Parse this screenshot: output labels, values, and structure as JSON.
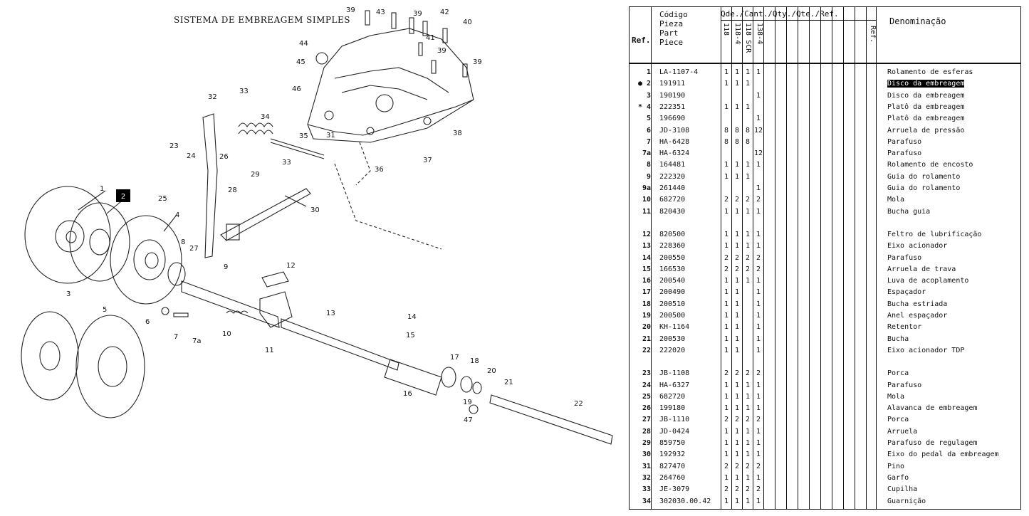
{
  "diagram": {
    "title": "SISTEMA DE EMBREAGEM SIMPLES",
    "highlight_label": "2",
    "callouts": [
      "39",
      "43",
      "39",
      "42",
      "40",
      "44",
      "41",
      "39",
      "45",
      "39",
      "46",
      "32",
      "33",
      "34",
      "35",
      "31",
      "38",
      "33",
      "37",
      "36",
      "23",
      "24",
      "26",
      "29",
      "25",
      "28",
      "30",
      "1",
      "4",
      "8",
      "27",
      "12",
      "9",
      "6",
      "7",
      "7a",
      "10",
      "11",
      "3",
      "5",
      "13",
      "14",
      "15",
      "17",
      "18",
      "20",
      "21",
      "16",
      "19",
      "47",
      "22"
    ]
  },
  "table": {
    "headers": {
      "ref": "Ref.",
      "code": [
        "Código",
        "Pieza",
        "Part",
        "Piece"
      ],
      "qty": "Qde./Cant./Qty./Qte./Ref.",
      "models": [
        "118",
        "118-4",
        "118 SCR",
        "138-4"
      ],
      "ref2": "Ref.",
      "denom": "Denominação"
    },
    "rows": [
      {
        "ref": "1",
        "code": "LA-1107-4",
        "q": [
          "1",
          "1",
          "1",
          "1"
        ],
        "den": "Rolamento de esferas"
      },
      {
        "ref": "2",
        "mark": "●",
        "code": "191911",
        "q": [
          "1",
          "1",
          "1",
          ""
        ],
        "den": "Disco da embreagem",
        "selected": true
      },
      {
        "ref": "3",
        "code": "190190",
        "q": [
          "",
          "",
          "",
          "1"
        ],
        "den": "Disco da embreagem"
      },
      {
        "ref": "4",
        "mark": "*",
        "code": "222351",
        "q": [
          "1",
          "1",
          "1",
          ""
        ],
        "den": "Platô da embreagem"
      },
      {
        "ref": "5",
        "code": "196690",
        "q": [
          "",
          "",
          "",
          "1"
        ],
        "den": "Platô da embreagem"
      },
      {
        "ref": "6",
        "code": "JD-3108",
        "q": [
          "8",
          "8",
          "8",
          "12"
        ],
        "den": "Arruela de pressão"
      },
      {
        "ref": "7",
        "code": "HA-6428",
        "q": [
          "8",
          "8",
          "8",
          ""
        ],
        "den": "Parafuso"
      },
      {
        "ref": "7a",
        "code": "HA-6324",
        "q": [
          "",
          "",
          "",
          "12"
        ],
        "den": "Parafuso"
      },
      {
        "ref": "8",
        "code": "164481",
        "q": [
          "1",
          "1",
          "1",
          "1"
        ],
        "den": "Rolamento de encosto"
      },
      {
        "ref": "9",
        "code": "222320",
        "q": [
          "1",
          "1",
          "1",
          ""
        ],
        "den": "Guia do rolamento"
      },
      {
        "ref": "9a",
        "code": "261440",
        "q": [
          "",
          "",
          "",
          "1"
        ],
        "den": "Guia do rolamento"
      },
      {
        "ref": "10",
        "code": "682720",
        "q": [
          "2",
          "2",
          "2",
          "2"
        ],
        "den": "Mola"
      },
      {
        "ref": "11",
        "code": "820430",
        "q": [
          "1",
          "1",
          "1",
          "1"
        ],
        "den": "Bucha guia"
      },
      {
        "gap": true
      },
      {
        "ref": "12",
        "code": "820500",
        "q": [
          "1",
          "1",
          "1",
          "1"
        ],
        "den": "Feltro de lubrificação"
      },
      {
        "ref": "13",
        "code": "228360",
        "q": [
          "1",
          "1",
          "1",
          "1"
        ],
        "den": "Eixo acionador"
      },
      {
        "ref": "14",
        "code": "200550",
        "q": [
          "2",
          "2",
          "2",
          "2"
        ],
        "den": "Parafuso"
      },
      {
        "ref": "15",
        "code": "166530",
        "q": [
          "2",
          "2",
          "2",
          "2"
        ],
        "den": "Arruela de trava"
      },
      {
        "ref": "16",
        "code": "200540",
        "q": [
          "1",
          "1",
          "1",
          "1"
        ],
        "den": "Luva de acoplamento"
      },
      {
        "ref": "17",
        "code": "200490",
        "q": [
          "1",
          "1",
          "",
          "1"
        ],
        "den": "Espaçador"
      },
      {
        "ref": "18",
        "code": "200510",
        "q": [
          "1",
          "1",
          "",
          "1"
        ],
        "den": "Bucha estriada"
      },
      {
        "ref": "19",
        "code": "200500",
        "q": [
          "1",
          "1",
          "",
          "1"
        ],
        "den": "Anel espaçador"
      },
      {
        "ref": "20",
        "code": "KH-1164",
        "q": [
          "1",
          "1",
          "",
          "1"
        ],
        "den": "Retentor"
      },
      {
        "ref": "21",
        "code": "200530",
        "q": [
          "1",
          "1",
          "",
          "1"
        ],
        "den": "Bucha"
      },
      {
        "ref": "22",
        "code": "222020",
        "q": [
          "1",
          "1",
          "",
          "1"
        ],
        "den": "Eixo acionador TDP"
      },
      {
        "gap": true
      },
      {
        "ref": "23",
        "code": "JB-1108",
        "q": [
          "2",
          "2",
          "2",
          "2"
        ],
        "den": "Porca"
      },
      {
        "ref": "24",
        "code": "HA-6327",
        "q": [
          "1",
          "1",
          "1",
          "1"
        ],
        "den": "Parafuso"
      },
      {
        "ref": "25",
        "code": "682720",
        "q": [
          "1",
          "1",
          "1",
          "1"
        ],
        "den": "Mola"
      },
      {
        "ref": "26",
        "code": "199180",
        "q": [
          "1",
          "1",
          "1",
          "1"
        ],
        "den": "Alavanca de embreagem"
      },
      {
        "ref": "27",
        "code": "JB-1110",
        "q": [
          "2",
          "2",
          "2",
          "2"
        ],
        "den": "Porca"
      },
      {
        "ref": "28",
        "code": "JD-0424",
        "q": [
          "1",
          "1",
          "1",
          "1"
        ],
        "den": "Arruela"
      },
      {
        "ref": "29",
        "code": "859750",
        "q": [
          "1",
          "1",
          "1",
          "1"
        ],
        "den": "Parafuso de regulagem"
      },
      {
        "ref": "30",
        "code": "192932",
        "q": [
          "1",
          "1",
          "1",
          "1"
        ],
        "den": "Eixo do pedal da embreagem"
      },
      {
        "ref": "31",
        "code": "827470",
        "q": [
          "2",
          "2",
          "2",
          "2"
        ],
        "den": "Pino"
      },
      {
        "ref": "32",
        "code": "264760",
        "q": [
          "1",
          "1",
          "1",
          "1"
        ],
        "den": "Garfo"
      },
      {
        "ref": "33",
        "code": "JE-3079",
        "q": [
          "2",
          "2",
          "2",
          "2"
        ],
        "den": "Cupilha"
      },
      {
        "ref": "34",
        "code": "302030.00.42",
        "q": [
          "1",
          "1",
          "1",
          "1"
        ],
        "den": "Guarnição"
      }
    ]
  }
}
